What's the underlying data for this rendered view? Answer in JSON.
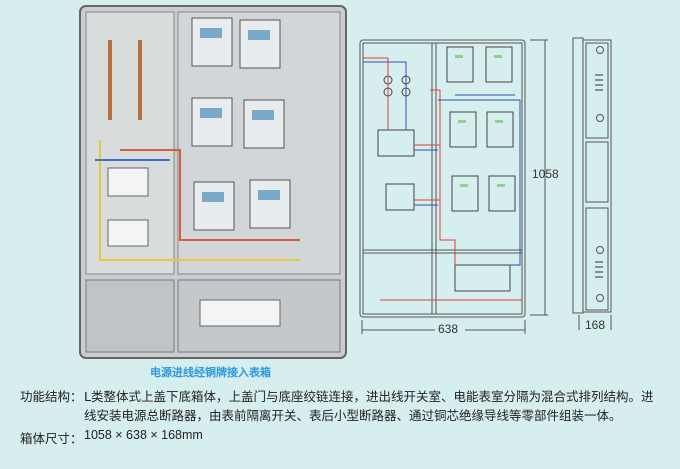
{
  "caption": "电源进线经铜牌接入表箱",
  "function": {
    "label": "功能结构：",
    "line1": "L类整体式上盖下底箱体，上盖门与底座绞链连接，进出线开关室、电能表室分隔为混合式排列结构。进",
    "line2": "线安装电源总断路器，由表前隔离开关、表后小型断路器、通过铜芯绝缘导线等零部件组装一体。"
  },
  "size": {
    "label": "箱体尺寸：",
    "value": "1058 × 638 × 168mm"
  },
  "diagram": {
    "height_dim": "1058",
    "width_dim": "638",
    "depth_dim": "168"
  }
}
